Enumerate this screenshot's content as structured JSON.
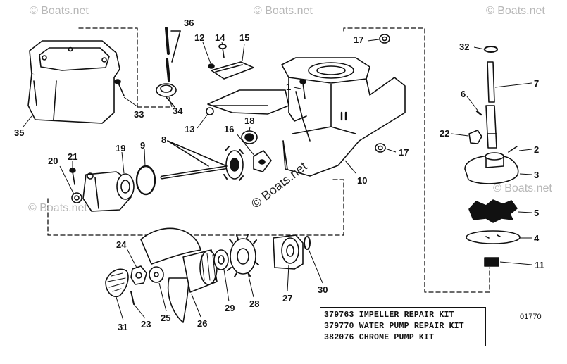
{
  "watermark": "© Boats.net",
  "figure_number": "01770",
  "kits": [
    {
      "part": "379763",
      "name": "IMPELLER REPAIR KIT"
    },
    {
      "part": "379770",
      "name": "WATER PUMP REPAIR KIT"
    },
    {
      "part": "382076",
      "name": "CHROME PUMP KIT"
    }
  ],
  "callouts": [
    {
      "label": "1"
    },
    {
      "label": "2"
    },
    {
      "label": "3"
    },
    {
      "label": "4"
    },
    {
      "label": "5"
    },
    {
      "label": "6"
    },
    {
      "label": "7"
    },
    {
      "label": "8"
    },
    {
      "label": "9"
    },
    {
      "label": "10"
    },
    {
      "label": "11"
    },
    {
      "label": "12"
    },
    {
      "label": "13"
    },
    {
      "label": "14"
    },
    {
      "label": "15"
    },
    {
      "label": "16"
    },
    {
      "label": "17"
    },
    {
      "label": "17"
    },
    {
      "label": "18"
    },
    {
      "label": "19"
    },
    {
      "label": "20"
    },
    {
      "label": "21"
    },
    {
      "label": "22"
    },
    {
      "label": "23"
    },
    {
      "label": "24"
    },
    {
      "label": "25"
    },
    {
      "label": "26"
    },
    {
      "label": "27"
    },
    {
      "label": "28"
    },
    {
      "label": "29"
    },
    {
      "label": "30"
    },
    {
      "label": "31"
    },
    {
      "label": "32"
    },
    {
      "label": "33"
    },
    {
      "label": "34"
    },
    {
      "label": "35"
    },
    {
      "label": "36"
    }
  ]
}
